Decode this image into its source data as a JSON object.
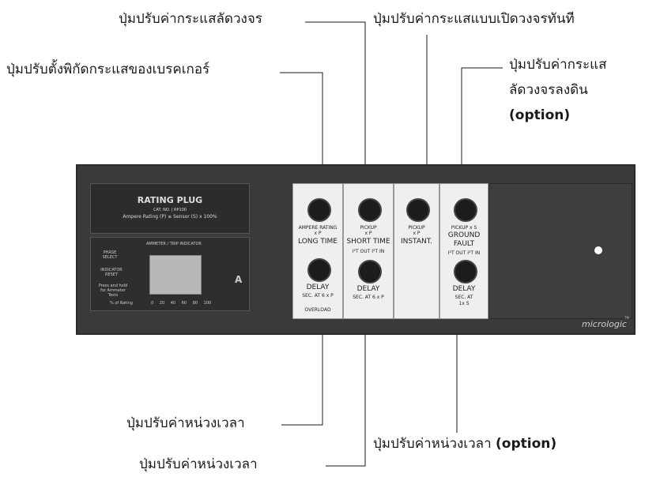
{
  "callouts": {
    "short_circuit_pickup": "ปุ่มปรับค่ากระแสลัดวงจร",
    "instantaneous_pickup": "ปุ่มปรับค่ากระแสแบบเปิดวงจรทันที",
    "ampere_rating": "ปุ่มปรับตั้งพิกัดกระแสของเบรคเกอร์",
    "ground_fault_line1": "ปุ่มปรับค่ากระแส",
    "ground_fault_line2": "ลัดวงจรลงดิน",
    "ground_fault_option": "(option)",
    "long_time_delay": "ปุ่มปรับค่าหน่วงเวลา",
    "short_time_delay": "ปุ่มปรับค่าหน่วงเวลา",
    "ground_fault_delay": "ปุ่มปรับค่าหน่วงเวลา",
    "ground_fault_delay_option": "(option)"
  },
  "device": {
    "rating_plug": {
      "title": "RATING PLUG",
      "cat": "CAT. NO. | RP100",
      "note": "Ampere Rating (P) ≥ Sensor (S) x 100%"
    },
    "ammeter": {
      "title": "AMMETER / TRIP INDICATOR",
      "phase_select": "PHASE SELECT",
      "indicator_reset": "INDICATOR RESET",
      "press_hold": "Press and hold for Ammeter Tests",
      "unit": "A",
      "rating_label": "% of Rating",
      "scale": [
        "0",
        "20",
        "40",
        "60",
        "80",
        "100"
      ]
    },
    "long_time": {
      "top_label": "AMPERE RATING",
      "top_unit": "x P",
      "title": "LONG TIME",
      "delay": "DELAY",
      "delay_unit": "SEC. AT 6 x P",
      "overload": "OVERLOAD"
    },
    "short_time": {
      "top_label": "PICKUP",
      "top_unit": "x P",
      "title": "SHORT TIME",
      "settings": "I²T OUT  I²T IN",
      "delay": "DELAY",
      "delay_unit": "SEC. AT 6 x P"
    },
    "instant": {
      "top_label": "PICKUP",
      "top_unit": "x P",
      "title": "INSTANT."
    },
    "ground_fault": {
      "top_label": "PICKUP x S",
      "title_line1": "GROUND",
      "title_line2": "FAULT",
      "settings": "I²T OUT  I²T IN",
      "delay": "DELAY",
      "delay_unit": "SEC. AT",
      "delay_unit2": "1x S"
    },
    "brand": "micrologic",
    "brand_suffix": "TM"
  }
}
